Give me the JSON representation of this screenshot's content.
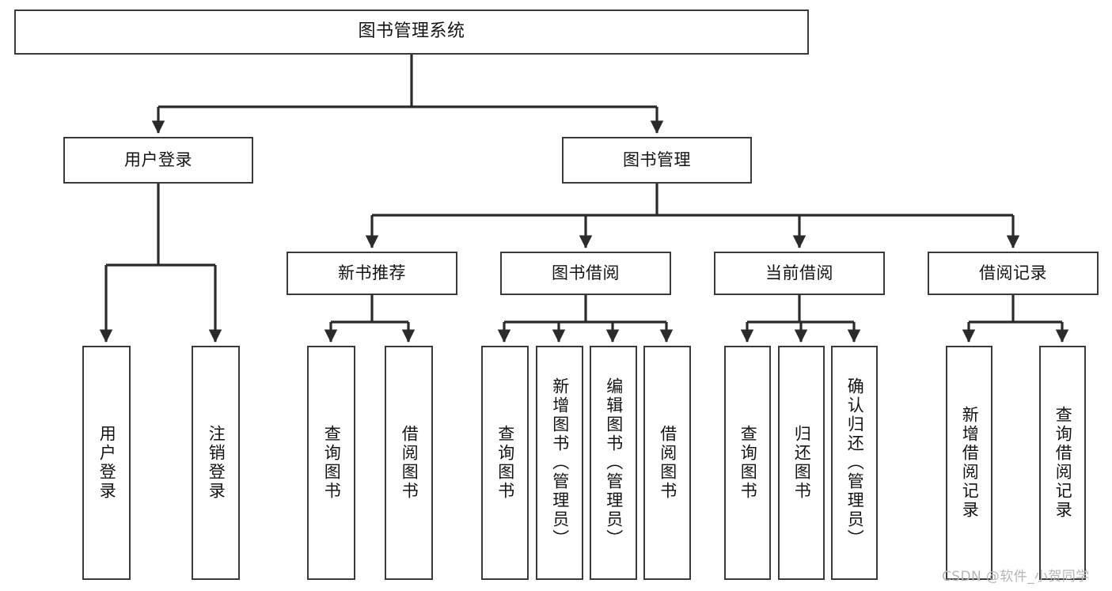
{
  "diagram": {
    "title": "图书管理系统",
    "type": "tree-hierarchy-diagram",
    "watermark": "CSDN @软件_小贺同学",
    "colors": {
      "background": "#ffffff",
      "box_border": "#3a3a3a",
      "edge": "#2b2b2b",
      "text": "#141414",
      "watermark": "#b6b6b6"
    },
    "nodes": {
      "root": {
        "label": "图书管理系统"
      },
      "level2": [
        {
          "label": "用户登录"
        },
        {
          "label": "图书管理"
        }
      ],
      "level3": [
        {
          "label": "新书推荐"
        },
        {
          "label": "图书借阅"
        },
        {
          "label": "当前借阅"
        },
        {
          "label": "借阅记录"
        }
      ],
      "leaves_user_login": [
        {
          "label": "用户登录"
        },
        {
          "label": "注销登录"
        }
      ],
      "leaves_new_book": [
        {
          "label": "查询图书"
        },
        {
          "label": "借阅图书"
        }
      ],
      "leaves_borrow": [
        {
          "label": "查询图书"
        },
        {
          "label": "新增图书（管理员）"
        },
        {
          "label": "编辑图书（管理员）"
        },
        {
          "label": "借阅图书"
        }
      ],
      "leaves_current": [
        {
          "label": "查询图书"
        },
        {
          "label": "归还图书"
        },
        {
          "label": "确认归还（管理员）"
        }
      ],
      "leaves_records": [
        {
          "label": "新增借阅记录"
        },
        {
          "label": "查询借阅记录"
        }
      ]
    }
  }
}
